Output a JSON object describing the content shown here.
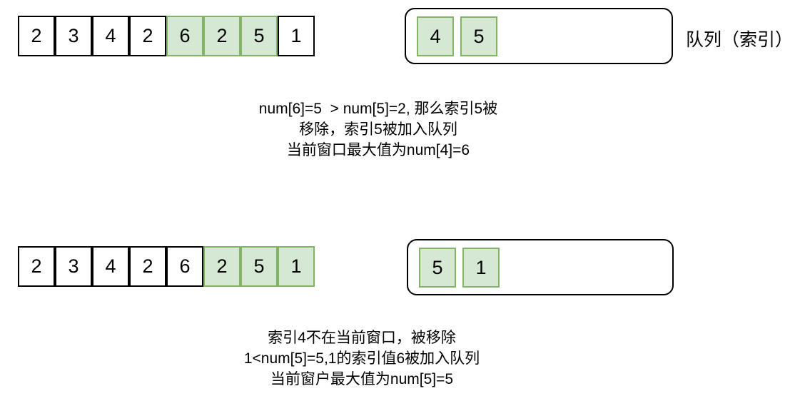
{
  "queue_label": "队列（索引）",
  "colors": {
    "background": "#ffffff",
    "outline": "#000000",
    "highlight_fill": "#d5e8d4",
    "highlight_border": "#82b366"
  },
  "steps": [
    {
      "array": [
        {
          "value": "2",
          "highlighted": false
        },
        {
          "value": "3",
          "highlighted": false
        },
        {
          "value": "4",
          "highlighted": false
        },
        {
          "value": "2",
          "highlighted": false
        },
        {
          "value": "6",
          "highlighted": true
        },
        {
          "value": "2",
          "highlighted": true
        },
        {
          "value": "5",
          "highlighted": true
        },
        {
          "value": "1",
          "highlighted": false
        }
      ],
      "queue": [
        "4",
        "5"
      ],
      "caption": [
        "num[6]=5  > num[5]=2, 那么索引5被",
        "移除，索引5被加入队列",
        "当前窗口最大值为num[4]=6"
      ]
    },
    {
      "array": [
        {
          "value": "2",
          "highlighted": false
        },
        {
          "value": "3",
          "highlighted": false
        },
        {
          "value": "4",
          "highlighted": false
        },
        {
          "value": "2",
          "highlighted": false
        },
        {
          "value": "6",
          "highlighted": false
        },
        {
          "value": "2",
          "highlighted": true
        },
        {
          "value": "5",
          "highlighted": true
        },
        {
          "value": "1",
          "highlighted": true
        }
      ],
      "queue": [
        "5",
        "1"
      ],
      "caption": [
        "索引4不在当前窗口，被移除",
        "1<num[5]=5,1的索引值6被加入队列",
        "当前窗户最大值为num[5]=5"
      ]
    }
  ]
}
